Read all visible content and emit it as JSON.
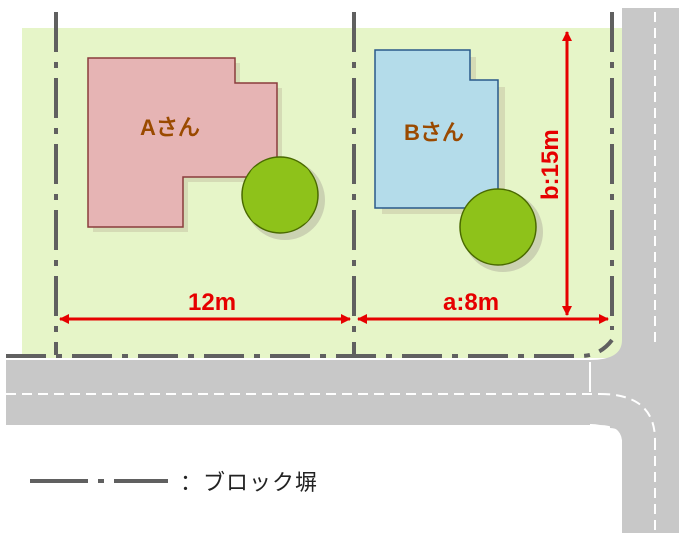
{
  "lots": {
    "a": {
      "owner_label": "Aさん",
      "width_label": "12m"
    },
    "b": {
      "owner_label": "Bさん",
      "width_label": "a:8m",
      "depth_label": "b:15m"
    }
  },
  "legend": {
    "symbol": "block-wall-dash-dot-line",
    "text": "：ブロック塀"
  },
  "colors": {
    "lot_fill": "#e6f5c8",
    "road": "#c8c8c8",
    "house_a": "#e6b4b4",
    "house_b": "#b4dcea",
    "tree": "#8ec21a",
    "wall": "#606060",
    "dimension": "#e60000",
    "owner_text": "#9a4a00",
    "dimension_text": "#e60000"
  }
}
